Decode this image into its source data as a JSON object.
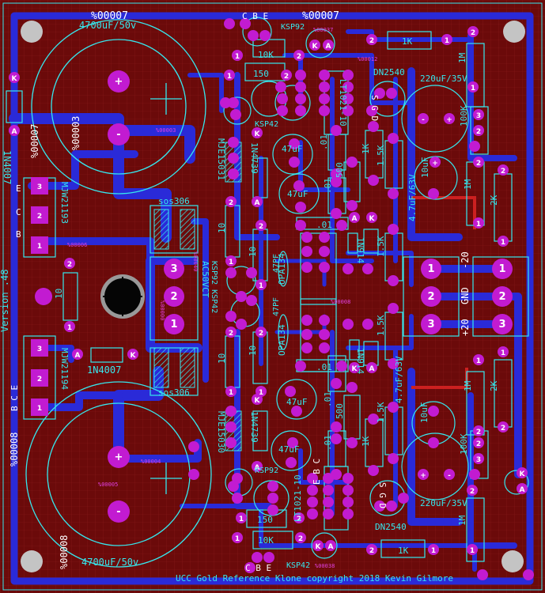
{
  "board": {
    "title_footer": "UCC Gold Reference Klone copyright 2018 Kevin Gilmore",
    "version": "Version .48",
    "colors": {
      "board": "#6b0a0a",
      "grid": "#8a1a1a",
      "trace": "#2a2ad8",
      "silk": "#35e8ee",
      "pad": "#c21bd1"
    }
  },
  "caps": {
    "big_top": "4700uF/50v",
    "big_bottom": "4700uF/50v",
    "c220_top": "220uF/35V",
    "c220_bottom": "220uF/35V",
    "c47_1": "47uF",
    "c47_2": "47uF",
    "c47_3": "47uF",
    "c47_4": "47uF",
    "c10_top": "10uF",
    "c10_bottom": "10uF",
    "c4_7_top": "4.7uF/63V",
    "c4_7_bottom": "4.7uF/63V",
    "c47pf_top": "47PF",
    "c47pf_bottom": "47PF",
    "cap_01": ".01"
  },
  "resistors": {
    "r1k_top": "1K",
    "r1k_bottom": "1K",
    "r10k_top": "10K",
    "r10k_bottom": "10K",
    "r150_top": "150",
    "r150_bottom": "150",
    "r1m_a": "1M",
    "r1m_b": "1M",
    "r1m_c": "1M",
    "r1m_d": "1M",
    "r100k_top": "100K",
    "r100k_bottom": "100K",
    "r2k_top": "2K",
    "r2k_bottom": "2K",
    "r500_top": "500",
    "r500_bottom": "500",
    "r1_5k": "1.5K",
    "r10": "10"
  },
  "semis": {
    "ksp92": "KSP92",
    "ksp42": "KSP42",
    "ksp92_ksp42": "KSP92 KSP42",
    "dn2540": "DN2540",
    "lt1021": "LT1021-10",
    "opa134": "OPA134",
    "n1n914": "1N914",
    "n1n4739": "1N4739",
    "n1n4007": "1N4007",
    "mjw21193": "MJW21193",
    "mjw21194": "MJW21194",
    "mje15031": "MJE15031",
    "mje15030": "MJE15030",
    "sos306": "sos306",
    "ac50vct": "AC50VCT",
    "gnd": "GND",
    "p20": "+20",
    "m20": "-20"
  },
  "pins": {
    "cbe": "C B E",
    "ebc": "E B C",
    "sgd": "S G D",
    "bce": "B C E",
    "k": "K",
    "a": "A",
    "b": "B",
    "c": "C",
    "e": "E",
    "n1": "1",
    "n2": "2",
    "n3": "3",
    "plus": "+",
    "minus": "-"
  },
  "nets": {
    "n0": "%00000",
    "n3": "%00003",
    "n4": "%00004",
    "n5": "%00005",
    "n6": "%00006",
    "n7": "%00007",
    "n8": "%00008",
    "n12": "%00012",
    "n37": "%00037",
    "n38": "%00038",
    "n40": "%00040"
  }
}
